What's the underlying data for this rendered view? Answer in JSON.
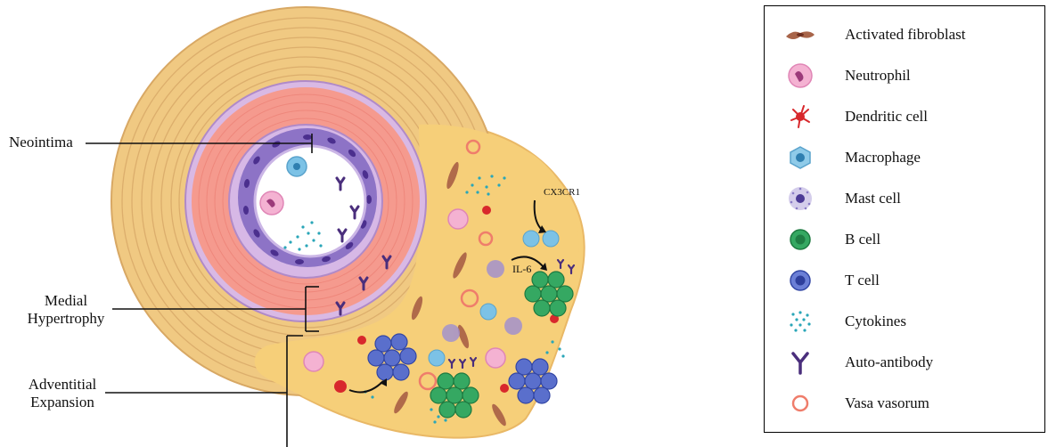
{
  "callouts": {
    "neointima": "Neointima",
    "medial_line1": "Medial",
    "medial_line2": "Hypertrophy",
    "adventitial_line1": "Adventitial",
    "adventitial_line2": "Expansion"
  },
  "annotations": {
    "cx3cr1": "CX3CR1",
    "il6": "IL-6"
  },
  "legend": {
    "items": [
      {
        "label": "Activated fibroblast",
        "icon": "fibroblast-icon"
      },
      {
        "label": "Neutrophil",
        "icon": "neutrophil-icon"
      },
      {
        "label": "Dendritic cell",
        "icon": "dendritic-cell-icon"
      },
      {
        "label": "Macrophage",
        "icon": "macrophage-icon"
      },
      {
        "label": "Mast cell",
        "icon": "mast-cell-icon"
      },
      {
        "label": "B cell",
        "icon": "b-cell-icon"
      },
      {
        "label": "T cell",
        "icon": "t-cell-icon"
      },
      {
        "label": "Cytokines",
        "icon": "cytokines-icon"
      },
      {
        "label": "Auto-antibody",
        "icon": "auto-antibody-icon"
      },
      {
        "label": "Vasa vasorum",
        "icon": "vasa-vasorum-icon"
      }
    ]
  },
  "colors": {
    "adventitia": "#f2c872",
    "adventitia_ring": "#e8c27c",
    "media": "#f4948a",
    "elastic_lamina": "#c9a6d8",
    "intima": "#8a6cc0",
    "lumen": "#ffffff",
    "b_cell": "#2e9e5a",
    "t_cell": "#4e63c4",
    "neutrophil": "#f2a2c8",
    "macrophage": "#6fb8de",
    "dendritic": "#d8282c",
    "vasa": "#ec7c68",
    "antibody": "#4a2e7c"
  }
}
